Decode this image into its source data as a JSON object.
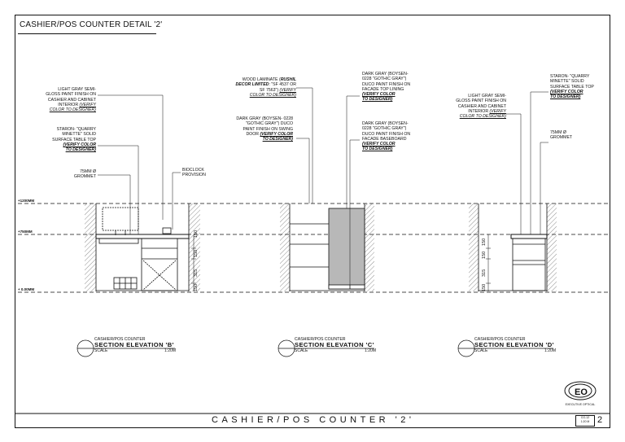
{
  "sheet": {
    "title": "CASHIER/POS COUNTER DETAIL '2'",
    "footer_title": "CASHIER/POS COUNTER '2'",
    "sheet_number": "2",
    "sheet_code_top": "CG-12",
    "sheet_code_bottom": "1:20 M",
    "logo_text": "EXECUTIVE OPTICAL"
  },
  "levels": {
    "top": "+1200MM",
    "mid": "+750MM",
    "floor": "+ 0.00MM"
  },
  "notes_b": {
    "paint": [
      "LIGHT GRAY SEMI-",
      "GLOSS PAINT FINISH ON",
      "CASHIER AND CABINET",
      "INTERIOR "
    ],
    "paint_verify": [
      "(VERIFY",
      "COLOR TO DESIGNER)"
    ],
    "staron": [
      "STARON- \"QUARRY",
      "MINETTE\" SOLID",
      "SURFACE TABLE TOP"
    ],
    "staron_verify": [
      "(VERIFY COLOR",
      "TO DESIGNER)"
    ],
    "grommet": [
      "75MM Ø",
      "GROMMET"
    ],
    "bioclock": [
      "BIOCLOCK",
      "PROVISION"
    ]
  },
  "notes_c": {
    "laminate_a": "WOOD LAMINATE (",
    "laminate_bold": "RUSHIL",
    "laminate_b": "DECOR LIMITED",
    "laminate_c": ": \"SF 4537 or",
    "laminate_d": "SF 7563\") ",
    "laminate_verify_a": "(VERIFY",
    "laminate_verify_b": "COLOR TO DESIGNER)",
    "door": [
      "DARK GRAY (BOYSEN- 0228",
      "\"GOTHIC GRAY\") DUCO",
      "PAINT FINISH ON SWING",
      "DOOR "
    ],
    "door_verify": [
      "(VERIFY COLOR",
      "TO DESIGNER)"
    ],
    "facade_top": [
      "DARK GRAY (BOYSEN-",
      "0228 \"GOTHIC GRAY\")",
      "DUCO PAINT FINISH ON",
      "FACADE TOP LINING"
    ],
    "facade_top_verify": [
      "(VERIFY COLOR",
      "TO DESIGNER)"
    ],
    "baseboard": [
      "DARK GRAY (BOYSEN-",
      "0228 \"GOTHIC GRAY\")",
      "DUCO PAINT FINISH ON",
      "FACADE BASEBOARD"
    ],
    "baseboard_verify": [
      "(VERIFY COLOR",
      "TO DESIGNER)"
    ]
  },
  "notes_d": {
    "paint": [
      "LIGHT GRAY SEMI-",
      "GLOSS PAINT FINISH ON",
      "CASHIER AND CABINET",
      "INTERIOR "
    ],
    "paint_verify": [
      "(VERIFY",
      "COLOR TO DESIGNER)"
    ],
    "staron": [
      "STARON- \"QUARRY",
      "MINETTE\" SOLID",
      "SURFACE TABLE TOP"
    ],
    "staron_verify": [
      "(VERIFY COLOR",
      "TO DESIGNER)"
    ],
    "grommet": [
      "75MM Ø",
      "GROMMET"
    ]
  },
  "dimensions": {
    "b": [
      "150",
      "150",
      "315",
      "150"
    ],
    "d": [
      "150",
      "150",
      "315",
      "150"
    ]
  },
  "elevations": [
    {
      "small": "CASHIER/POS COUNTER",
      "title": "SECTION ELEVATION 'B'",
      "scale_label": "SCALE",
      "scale_value": "1:20M"
    },
    {
      "small": "CASHIER/POS COUNTER",
      "title": "SECTION ELEVATION 'C'",
      "scale_label": "SCALE",
      "scale_value": "1:20M"
    },
    {
      "small": "CASHIER/POS COUNTER",
      "title": "SECTION ELEVATION 'D'",
      "scale_label": "SCALE",
      "scale_value": "1:20M"
    }
  ],
  "colors": {
    "line": "#111111",
    "facade_fill": "#b8b8b8"
  }
}
